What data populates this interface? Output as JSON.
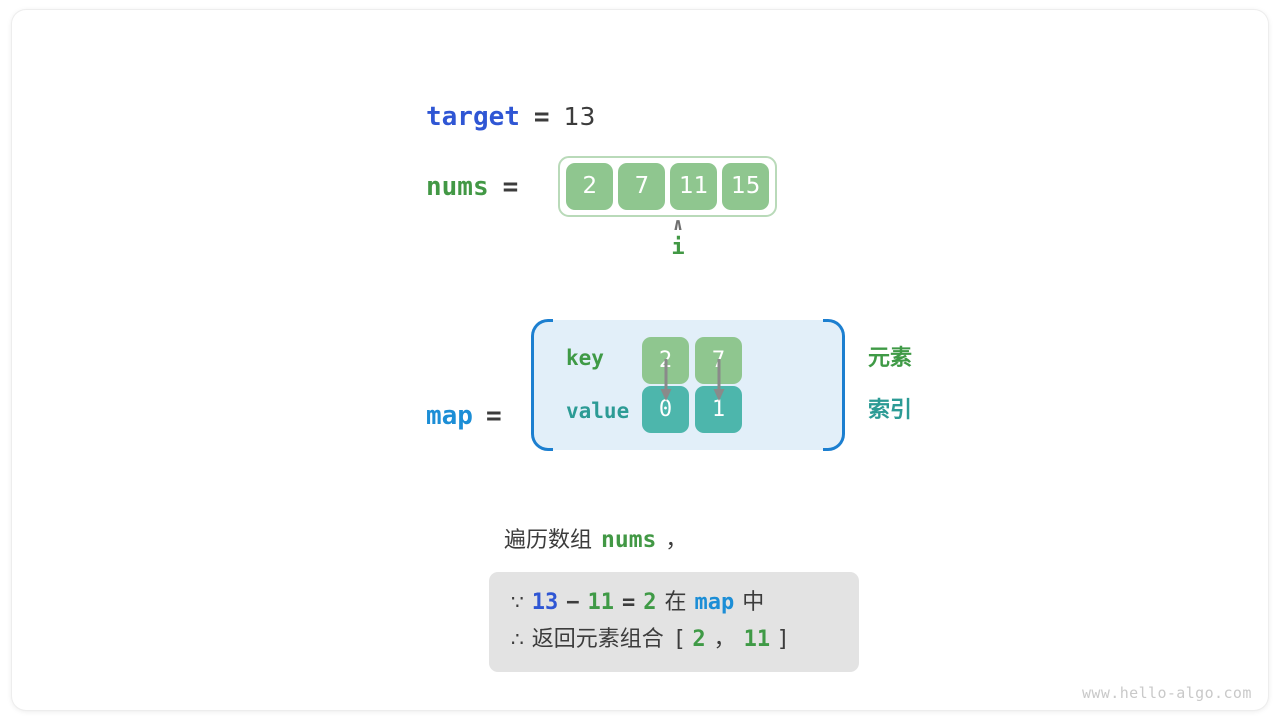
{
  "diagram": {
    "target": {
      "label": "target",
      "equals": "=",
      "value": "13"
    },
    "nums": {
      "label": "nums",
      "equals": "=",
      "cells": [
        "2",
        "7",
        "11",
        "15"
      ]
    },
    "pointer": {
      "caret": "∧",
      "name": "i",
      "points_to_index": 2
    },
    "map": {
      "label": "map",
      "equals": "=",
      "key_label": "key",
      "value_label": "value",
      "entries": [
        {
          "key": "2",
          "value": "0"
        },
        {
          "key": "7",
          "value": "1"
        }
      ],
      "side_labels": {
        "element": "元素",
        "index": "索引"
      }
    },
    "explanation": {
      "heading_text": "遍历数组",
      "heading_var": "nums",
      "heading_comma": "，",
      "line1": {
        "symbol": "∵",
        "a": "13",
        "minus": "−",
        "b": "11",
        "equals": "=",
        "result": "2",
        "mid_text": "在",
        "container": "map",
        "tail_text": "中"
      },
      "line2": {
        "symbol": "∴",
        "text": "返回元素组合",
        "bracket_open": "[",
        "first": "2",
        "separator": "，",
        "second": "11",
        "bracket_close": "]"
      }
    },
    "watermark": "www.hello-algo.com",
    "colors": {
      "target_blue": "#2f56d4",
      "map_blue": "#1c8ed6",
      "nums_green": "#429845",
      "cell_green": "#8fc68f",
      "cell_teal": "#4db6ac",
      "map_bg": "#e2eff9",
      "map_border": "#1c7fd0",
      "explain_bg": "#e3e3e3"
    }
  }
}
